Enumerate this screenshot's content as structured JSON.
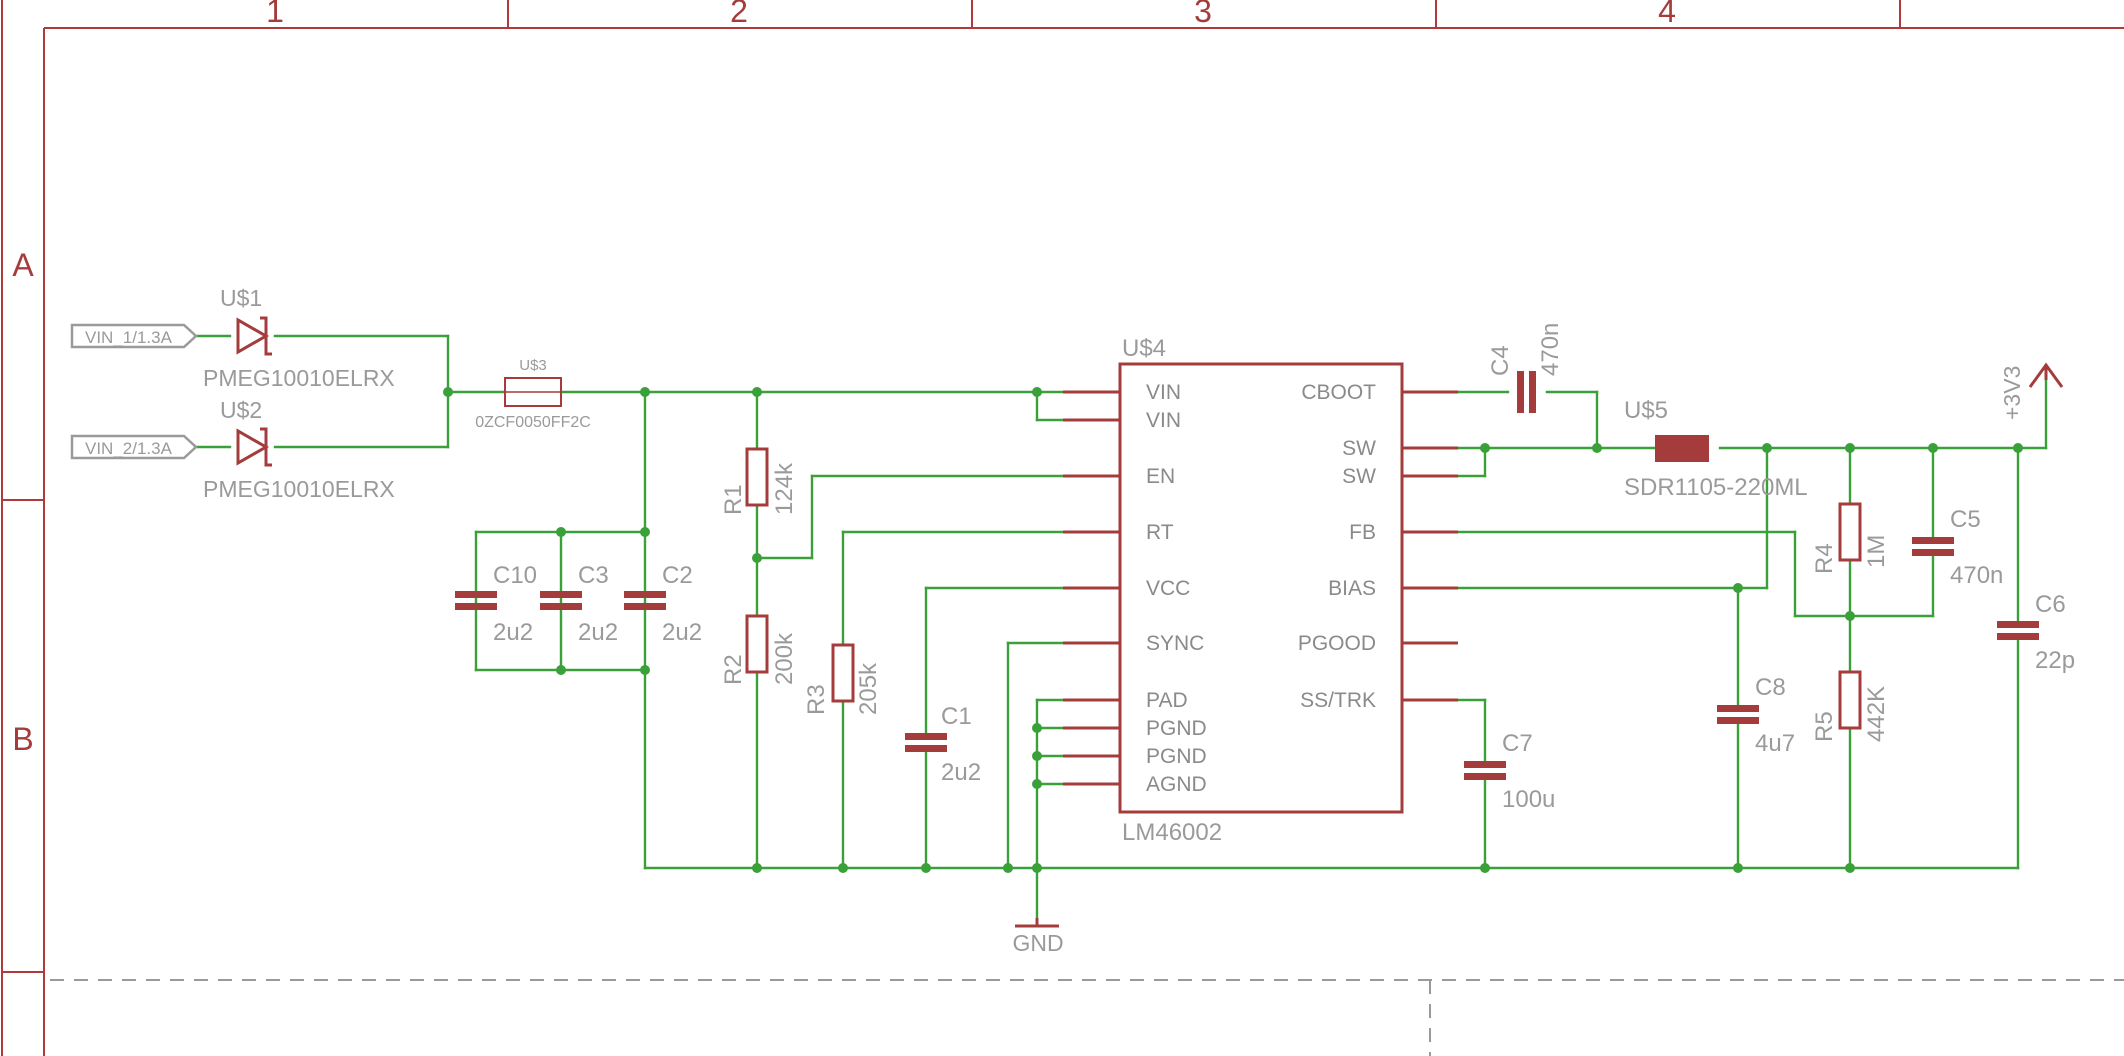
{
  "frame": {
    "columns": [
      "1",
      "2",
      "3",
      "4"
    ],
    "rows": [
      "A",
      "B"
    ]
  },
  "colors": {
    "wire": "#3aa03a",
    "symbol": "#a43c3c",
    "label": "#9a9a9a",
    "frame": "#b03a3a"
  },
  "ports": [
    {
      "label": "VIN_1/1.3A"
    },
    {
      "label": "VIN_2/1.3A"
    }
  ],
  "diodes": [
    {
      "ref": "U$1",
      "value": "PMEG10010ELRX"
    },
    {
      "ref": "U$2",
      "value": "PMEG10010ELRX"
    }
  ],
  "fuse": {
    "ref": "U$3",
    "value": "0ZCF0050FF2C"
  },
  "caps": [
    {
      "ref": "C10",
      "value": "2u2"
    },
    {
      "ref": "C3",
      "value": "2u2"
    },
    {
      "ref": "C2",
      "value": "2u2"
    },
    {
      "ref": "C1",
      "value": "2u2"
    },
    {
      "ref": "C4",
      "value": "470n"
    },
    {
      "ref": "C5",
      "value": "470n"
    },
    {
      "ref": "C6",
      "value": "22p"
    },
    {
      "ref": "C7",
      "value": "100u"
    },
    {
      "ref": "C8",
      "value": "4u7"
    }
  ],
  "resistors": [
    {
      "ref": "R1",
      "value": "124k"
    },
    {
      "ref": "R2",
      "value": "200k"
    },
    {
      "ref": "R3",
      "value": "205k"
    },
    {
      "ref": "R4",
      "value": "1M"
    },
    {
      "ref": "R5",
      "value": "442K"
    }
  ],
  "ic": {
    "ref": "U$4",
    "value": "LM46002",
    "left_pins": [
      "VIN",
      "VIN",
      "EN",
      "RT",
      "VCC",
      "SYNC",
      "PAD",
      "PGND",
      "PGND",
      "AGND"
    ],
    "right_pins": [
      "CBOOT",
      "SW",
      "SW",
      "FB",
      "BIAS",
      "PGOOD",
      "SS/TRK"
    ]
  },
  "inductor": {
    "ref": "U$5",
    "value": "SDR1105-220ML"
  },
  "supply": {
    "label": "+3V3"
  },
  "ground": {
    "label": "GND"
  }
}
